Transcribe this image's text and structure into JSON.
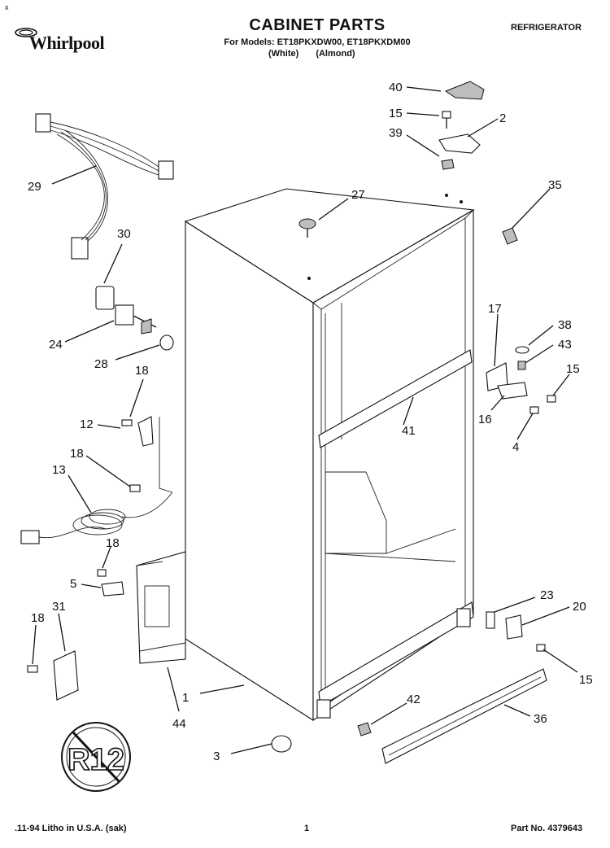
{
  "header": {
    "brand": "Whirlpool",
    "title": "CABINET PARTS",
    "models_line": "For Models: ET18PKXDW00, ET18PKXDM00",
    "variant_1": "(White)",
    "variant_2": "(Almond)",
    "appliance": "REFRIGERATOR",
    "corner_mark": "x"
  },
  "footer": {
    "print_info": ".11-94 Litho in U.S.A. (sak)",
    "page_number": "1",
    "part_number": "Part No. 4379643"
  },
  "badge": {
    "text": "R12"
  },
  "callouts": {
    "c40": "40",
    "c15a": "15",
    "c2": "2",
    "c39": "39",
    "c35": "35",
    "c27": "27",
    "c29": "29",
    "c30": "30",
    "c24": "24",
    "c28": "28",
    "c18a": "18",
    "c12": "12",
    "c18b": "18",
    "c13": "13",
    "c18c": "18",
    "c5": "5",
    "c18d": "18",
    "c31": "31",
    "c17": "17",
    "c38": "38",
    "c43": "43",
    "c15b": "15",
    "c16": "16",
    "c4": "4",
    "c41": "41",
    "c23": "23",
    "c20": "20",
    "c15c": "15",
    "c1": "1",
    "c44": "44",
    "c42": "42",
    "c36": "36",
    "c3": "3"
  }
}
